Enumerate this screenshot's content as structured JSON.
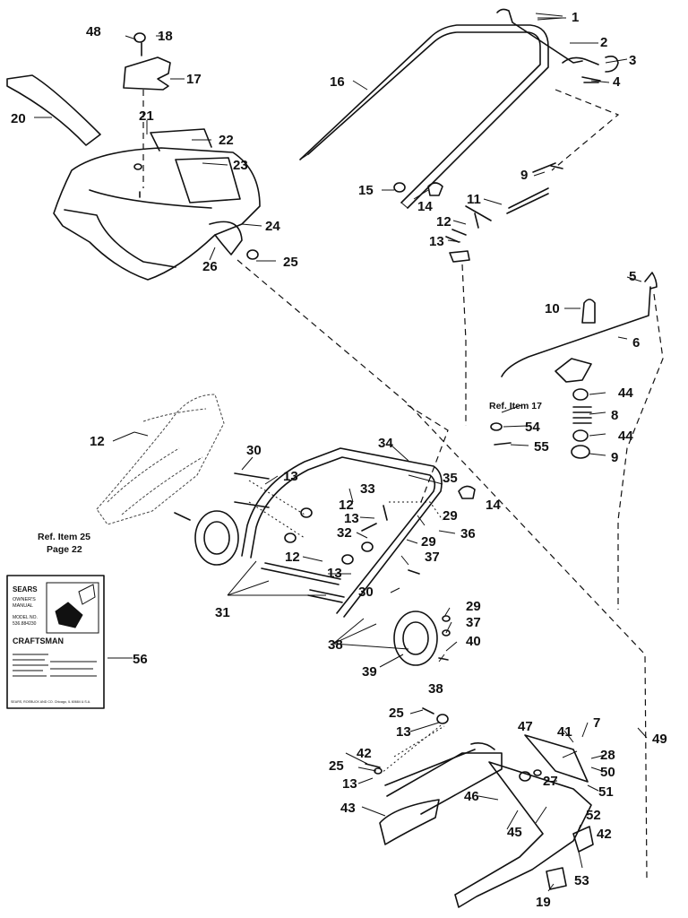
{
  "part_numbers": [
    "1",
    "2",
    "3",
    "4",
    "5",
    "6",
    "7",
    "8",
    "9",
    "10",
    "11",
    "12",
    "13",
    "14",
    "15",
    "16",
    "17",
    "18",
    "19",
    "20",
    "21",
    "22",
    "23",
    "24",
    "25",
    "26",
    "27",
    "28",
    "29",
    "30",
    "31",
    "32",
    "33",
    "34",
    "35",
    "36",
    "37",
    "38",
    "39",
    "40",
    "41",
    "42",
    "43",
    "44",
    "45",
    "46",
    "47",
    "48",
    "49",
    "50",
    "51",
    "52",
    "53",
    "54",
    "55",
    "56"
  ],
  "references": {
    "item17": "Ref. Item 17",
    "item25": "Ref. Item 25",
    "page22": "Page 22"
  },
  "manual": {
    "brand": "SEARS",
    "lines": [
      "OWNER'S",
      "MANUAL",
      "MODEL NO.",
      "536.884230"
    ],
    "product": "CRAFTSMAN",
    "footer": "SEARS, ROEBUCK AND CO. Chicago, IL 60684 U.S.A."
  }
}
